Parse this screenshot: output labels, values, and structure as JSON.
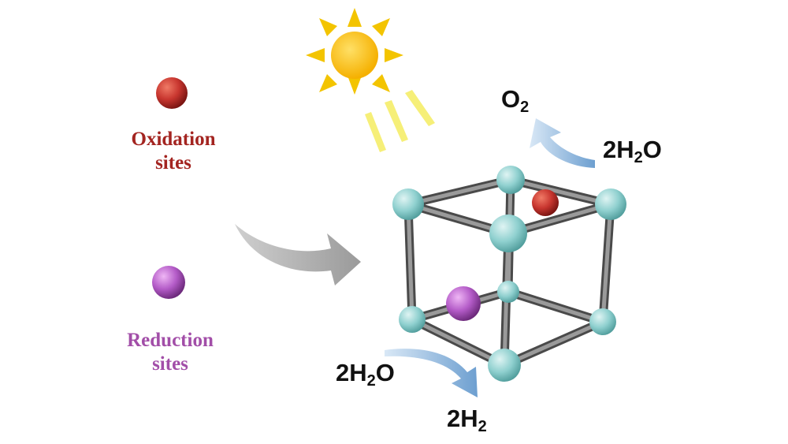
{
  "legend": {
    "oxidation": {
      "line1": "Oxidation",
      "line2": "sites",
      "color": "#a32420"
    },
    "reduction": {
      "line1": "Reduction",
      "line2": "sites",
      "color": "#a24ea8"
    }
  },
  "labels": {
    "o2": {
      "base": "O",
      "sub": "2"
    },
    "water_top": {
      "coef": "2H",
      "sub": "2",
      "tail": "O"
    },
    "water_bottom": {
      "coef": "2H",
      "sub": "2",
      "tail": "O"
    },
    "h2": {
      "base": "2H",
      "sub": "2"
    }
  },
  "colors": {
    "sun": "#f5b800",
    "sun_rays": "#f3d000",
    "light_beams": "#f5ee70",
    "node": "#8fd0cf",
    "rod": "#7b7b7b",
    "arrow_gray": "#a5a5a5",
    "arrow_blue": "#7eaed8",
    "oxidation_sphere": "#c8362f",
    "reduction_sphere": "#b45cc8"
  }
}
